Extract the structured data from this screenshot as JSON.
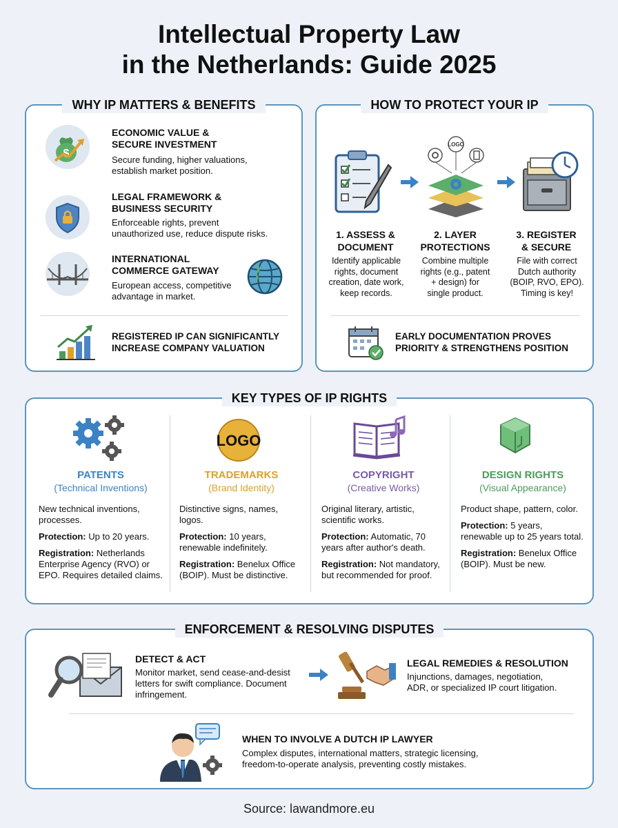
{
  "title": {
    "line1": "Intellectual Property Law",
    "line2": "in the Netherlands: Guide 2025"
  },
  "why": {
    "heading": "WHY IP MATTERS & BENEFITS",
    "items": [
      {
        "title1": "ECONOMIC VALUE &",
        "title2": "SECURE INVESTMENT",
        "text1": "Secure funding, higher valuations,",
        "text2": "establish market position.",
        "icon": "money-bag-growth-icon"
      },
      {
        "title1": "LEGAL FRAMEWORK &",
        "title2": "BUSINESS SECURITY",
        "text1": "Enforceable rights, prevent",
        "text2": "unauthorized use, reduce dispute risks.",
        "icon": "shield-lock-icon"
      },
      {
        "title1": "INTERNATIONAL",
        "title2": "COMMERCE GATEWAY",
        "text1": "European access, competitive",
        "text2": "advantage in market.",
        "icon": "bridge-icon"
      }
    ],
    "callout1": "REGISTERED IP CAN SIGNIFICANTLY",
    "callout2": "INCREASE COMPANY VALUATION"
  },
  "protect": {
    "heading": "HOW TO PROTECT YOUR IP",
    "steps": [
      {
        "t1": "1. ASSESS &",
        "t2": "DOCUMENT",
        "b": [
          "Identify applicable",
          "rights, document",
          "creation, date work,",
          "keep records."
        ]
      },
      {
        "t1": "2. LAYER",
        "t2": "PROTECTIONS",
        "b": [
          "Combine multiple",
          "rights (e.g., patent",
          "+ design) for",
          "single product."
        ]
      },
      {
        "t1": "3. REGISTER",
        "t2": "& SECURE",
        "b": [
          "File with correct",
          "Dutch authority",
          "(BOIP, RVO, EPO).",
          "Timing is key!"
        ]
      }
    ],
    "logo_text": "LOGO",
    "callout1": "EARLY DOCUMENTATION PROVES",
    "callout2": "PRIORITY & STRENGTHENS POSITION"
  },
  "types": {
    "heading": "KEY TYPES OF IP RIGHTS",
    "logo_text": "LOGO",
    "protection_label": "Protection:",
    "registration_label": "Registration:",
    "columns": [
      {
        "name": "PATENTS",
        "sub": "(Technical Inventions)",
        "color": "#3b82c4",
        "desc": "New technical inventions, processes.",
        "protection": "Up to 20 years.",
        "registration": "Netherlands Enterprise Agency (RVO) or EPO. Requires detailed claims."
      },
      {
        "name": "TRADEMARKS",
        "sub": "(Brand Identity)",
        "color": "#d9a129",
        "desc": "Distinctive signs, names, logos.",
        "protection": "10 years, renewable indefinitely.",
        "registration": "Benelux Office (BOIP). Must be distinctive."
      },
      {
        "name": "COPYRIGHT",
        "sub": "(Creative Works)",
        "color": "#7a5aa6",
        "desc": "Original literary, artistic, scientific works.",
        "protection": "Automatic, 70 years after author's death.",
        "registration": "Not mandatory, but recommended for proof."
      },
      {
        "name": "DESIGN RIGHTS",
        "sub": "(Visual Appearance)",
        "color": "#4e9a5c",
        "desc": "Product shape, pattern, color.",
        "protection": "5 years, renewable up to 25 years total.",
        "registration": "Benelux Office (BOIP). Must be new."
      }
    ]
  },
  "enforce": {
    "heading": "ENFORCEMENT & RESOLVING DISPUTES",
    "detect_title": "DETECT & ACT",
    "detect_text": [
      "Monitor market, send cease-and-desist",
      "letters for swift compliance. Document",
      "infringement."
    ],
    "remedies_title": "LEGAL REMEDIES & RESOLUTION",
    "remedies_text": [
      "Injunctions, damages, negotiation,",
      "ADR, or specialized IP court litigation."
    ],
    "lawyer_title": "WHEN TO INVOLVE A DUTCH IP LAWYER",
    "lawyer_text": [
      "Complex disputes, international matters, strategic licensing,",
      "freedom-to-operate analysis, preventing costly mistakes."
    ]
  },
  "source": "Source: lawandmore.eu",
  "colors": {
    "panel_border": "#5b95bd",
    "background": "#eef2f8"
  }
}
